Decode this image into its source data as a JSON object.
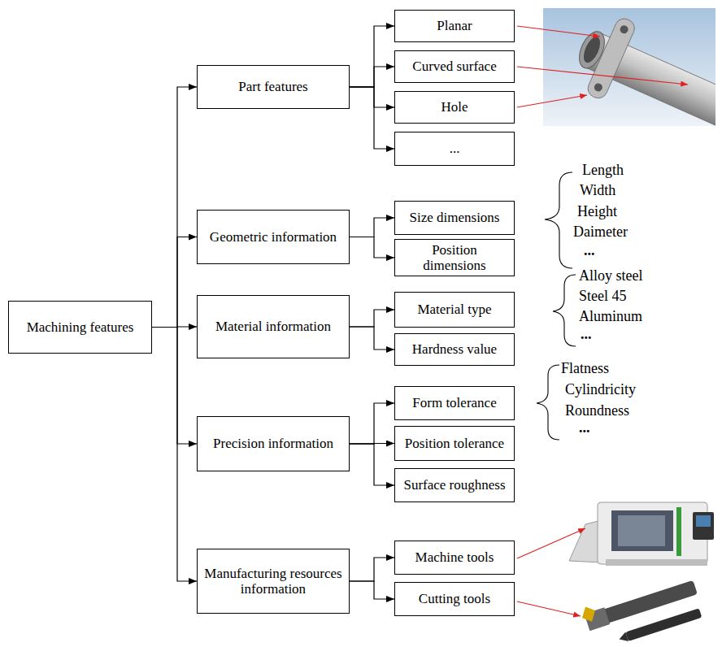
{
  "diagram": {
    "nodes": [
      {
        "text": [
          "Machining features"
        ]
      },
      {
        "text": [
          "Part features"
        ]
      },
      {
        "text": [
          "Planar"
        ]
      },
      {
        "text": [
          "Curved surface"
        ]
      },
      {
        "text": [
          "Hole"
        ]
      },
      {
        "text": [
          "..."
        ]
      },
      {
        "text": [
          "Geometric information"
        ]
      },
      {
        "text": [
          "Size dimensions"
        ]
      },
      {
        "text": [
          "Position dimensions"
        ]
      },
      {
        "text": [
          "Material information"
        ]
      },
      {
        "text": [
          "Material type"
        ]
      },
      {
        "text": [
          "Hardness value"
        ]
      },
      {
        "text": [
          "Precision information"
        ]
      },
      {
        "text": [
          "Form tolerance"
        ]
      },
      {
        "text": [
          "Position tolerance"
        ]
      },
      {
        "text": [
          "Surface roughness"
        ]
      },
      {
        "text": [
          "Manufacturing resources information"
        ]
      },
      {
        "text": [
          "Machine tools"
        ]
      },
      {
        "text": [
          "Cutting tools"
        ]
      }
    ],
    "edges": [
      {
        "from": 0,
        "to": 1,
        "arrow": "to"
      },
      {
        "from": 0,
        "to": 6,
        "arrow": "to"
      },
      {
        "from": 0,
        "to": 9,
        "arrow": "to"
      },
      {
        "from": 0,
        "to": 12,
        "arrow": "to"
      },
      {
        "from": 0,
        "to": 16,
        "arrow": "to"
      },
      {
        "from": 1,
        "to": 2,
        "arrow": "to"
      },
      {
        "from": 1,
        "to": 3,
        "arrow": "to"
      },
      {
        "from": 1,
        "to": 4,
        "arrow": "to"
      },
      {
        "from": 1,
        "to": 5,
        "arrow": "to"
      },
      {
        "from": 6,
        "to": 7,
        "arrow": "to"
      },
      {
        "from": 6,
        "to": 8,
        "arrow": "to"
      },
      {
        "from": 9,
        "to": 10,
        "arrow": "to"
      },
      {
        "from": 9,
        "to": 11,
        "arrow": "to"
      },
      {
        "from": 12,
        "to": 13,
        "arrow": "to"
      },
      {
        "from": 12,
        "to": 14,
        "arrow": "to"
      },
      {
        "from": 12,
        "to": 15,
        "arrow": "to"
      },
      {
        "from": 16,
        "to": 17,
        "arrow": "to"
      },
      {
        "from": 16,
        "to": 18,
        "arrow": "to"
      }
    ],
    "labels": [
      "Length",
      "Width",
      "Height",
      "Daimeter",
      "...",
      "Alloy steel",
      "Steel 45",
      "Aluminum",
      "...",
      "Flatness",
      "Cylindricity",
      "Roundness",
      "..."
    ]
  }
}
